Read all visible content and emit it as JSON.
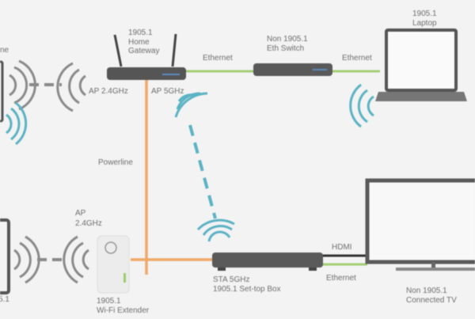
{
  "labels": {
    "phone_partial": "ne",
    "tablet_partial": "5.1",
    "gateway": [
      "1905.1",
      "Home",
      "Gateway"
    ],
    "ap24_gateway": "AP 2.4GHz",
    "ap5_gateway": "AP 5GHz",
    "eth1": "Ethernet",
    "switch": [
      "Non 1905.1",
      "Eth Switch"
    ],
    "eth2": "Ethernet",
    "laptop": [
      "1905.1",
      "Laptop"
    ],
    "powerline": "Powerline",
    "ap24_extender": [
      "AP",
      "2.4GHz"
    ],
    "extender": [
      "1905.1",
      "Wi-Fi Extender"
    ],
    "stb": [
      "STA 5GHz",
      "1905.1 Set-top Box"
    ],
    "hdmi": "HDMI",
    "eth3": "Ethernet",
    "tv": [
      "Non 1905.1",
      "Connected TV"
    ]
  },
  "colors": {
    "wifi_gray": "#8a8a8a",
    "wifi_blue": "#5bb3c4",
    "ethernet": "#9ccc6a",
    "powerline": "#f0a060",
    "hdmi": "#333333",
    "device": "#555555"
  }
}
